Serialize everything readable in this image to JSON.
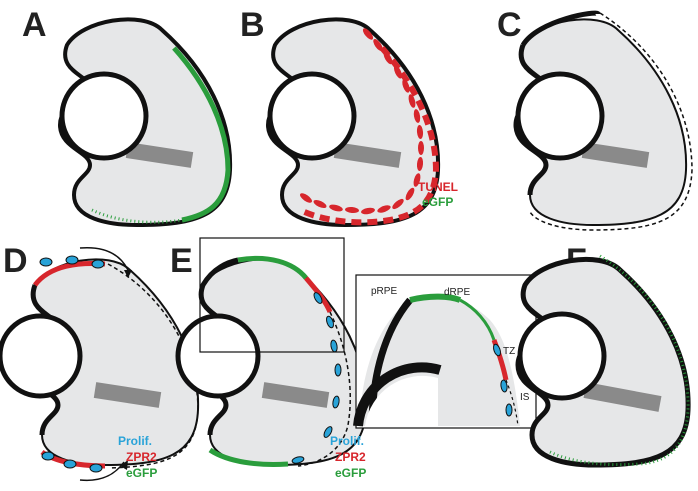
{
  "panels": [
    {
      "letter": "A"
    },
    {
      "letter": "B"
    },
    {
      "letter": "C"
    },
    {
      "letter": "D"
    },
    {
      "letter": "E"
    },
    {
      "letter": "F"
    }
  ],
  "legend_b": {
    "line1": "TUNEL",
    "line2": "eGFP"
  },
  "legend_d": {
    "line1": "Prolif.",
    "line2": "ZPR2",
    "line3": "eGFP"
  },
  "legend_e": {
    "line1": "Prolif.",
    "line2": "ZPR2",
    "line3": "eGFP"
  },
  "inset_labels": {
    "prpe": "pRPE",
    "drpe": "dRPE",
    "tz": "TZ",
    "is": "IS"
  },
  "colors": {
    "tunel": "#d7262c",
    "egfp": "#2a9d3c",
    "prolif": "#29a3d8",
    "zpr2": "#d7262c",
    "tissue": "#e6e7e8",
    "outline": "#111111",
    "nerve": "#8a8a8a"
  }
}
